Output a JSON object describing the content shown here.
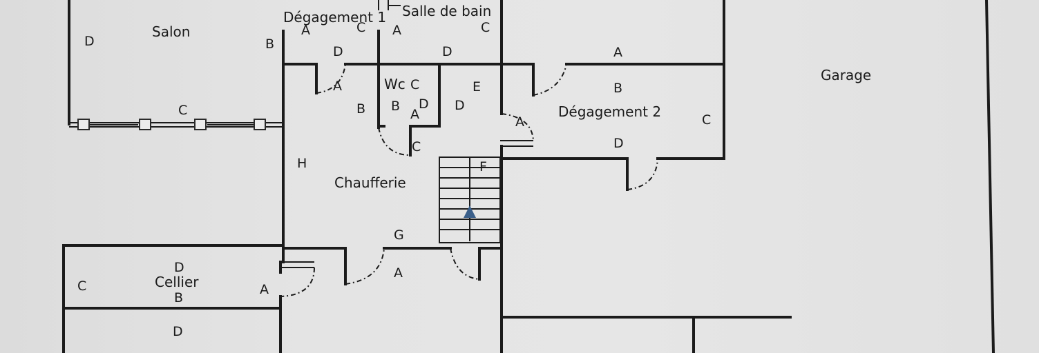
{
  "rooms": {
    "salon": "Salon",
    "degagement1": "Dégagement 1",
    "salle_de_bain": "Salle de bain",
    "wc": "Wc",
    "degagement2": "Dégagement 2",
    "garage": "Garage",
    "chaufferie": "Chaufferie",
    "cellier": "Cellier"
  },
  "markers": {
    "salon_d": "D",
    "salon_b": "B",
    "salon_c": "C",
    "deg1_a": "A",
    "deg1_c": "C",
    "deg1_d": "D",
    "sdb_a": "A",
    "sdb_c": "C",
    "sdb_d": "D",
    "wc_a": "A",
    "wc_b_left": "B",
    "wc_c_top": "C",
    "wc_b": "B",
    "wc_a_inner": "A",
    "wc_d": "D",
    "wc_c_bottom": "C",
    "e_label": "E",
    "d_mid": "D",
    "deg2_a_door": "A",
    "deg2_a_top": "A",
    "deg2_b": "B",
    "deg2_c": "C",
    "deg2_d": "D",
    "stair_f": "F",
    "chauff_h": "H",
    "chauff_g": "G",
    "chauff_a": "A",
    "cellier_d": "D",
    "cellier_b": "B",
    "cellier_c": "C",
    "cellier_a": "A",
    "lower_d": "D"
  },
  "stair_arrow_color": "#3a5f8a"
}
